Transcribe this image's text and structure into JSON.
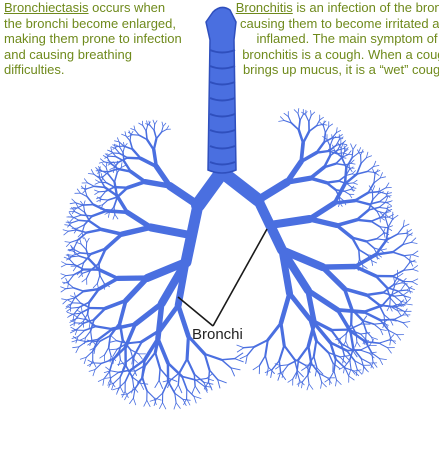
{
  "texts": {
    "bronchiectasis_term": "Bronchiectasis",
    "bronchiectasis_body": " occurs when the bronchi become enlarged, making them prone to infection and causing breathing difficulties.",
    "bronchitis_term": "Bronchitis",
    "bronchitis_body": " is an infection of the bronchi causing them to become irritated and inflamed. The main symptom of bronchitis is a cough. When a cough brings up mucus, it is a “wet” cough."
  },
  "labels": {
    "bronchi": "Bronchi"
  },
  "colors": {
    "text": "#6f8a1c",
    "airway": "#4a6fe0",
    "airway_dark": "#2f4fbd",
    "label": "#222222"
  }
}
